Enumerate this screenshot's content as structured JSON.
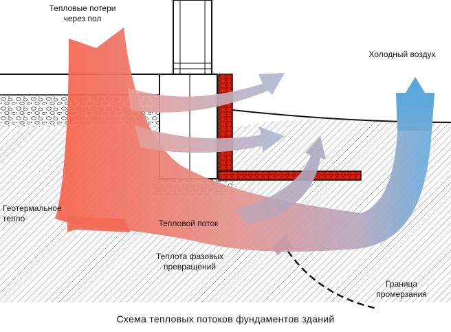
{
  "labels": {
    "floor_loss_line1": "Тепловые потери",
    "floor_loss_line2": "через пол",
    "cold_air": "Холодный воздух",
    "geothermal_line1": "Геотермальное",
    "geothermal_line2": "тепло",
    "heat_flow": "Тепловой поток",
    "phase_line1": "Теплота фазовых",
    "phase_line2": "превращений",
    "frost_line1": "Граница",
    "frost_line2": "промерзания"
  },
  "caption": "Схема  тепловых потоков фундаментов зданий",
  "colors": {
    "warm": "#f26e5a",
    "mid": "#c99aa6",
    "cold": "#55a8dd",
    "insulation": "#d81e0e",
    "line": "#111111"
  }
}
